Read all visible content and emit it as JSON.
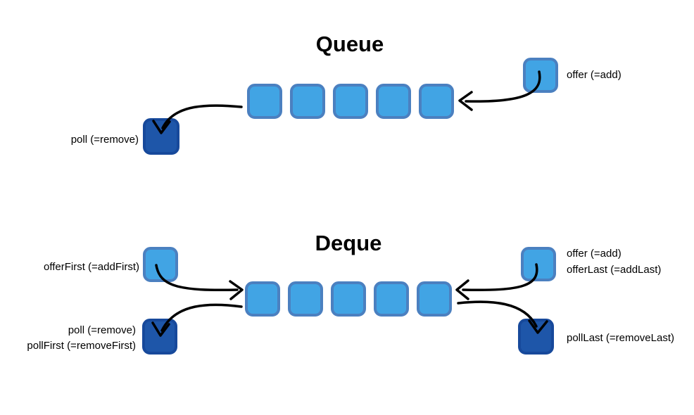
{
  "colors": {
    "background": "#ffffff",
    "text": "#000000",
    "arrow": "#000000",
    "cell_fill": "#41A4E4",
    "cell_border": "#4B80C0",
    "dark_fill": "#1E56A9",
    "dark_border": "#17499B"
  },
  "queue": {
    "title": "Queue",
    "cell_count": 5,
    "offer_label": "offer (=add)",
    "poll_label": "poll (=remove)"
  },
  "deque": {
    "title": "Deque",
    "cell_count": 5,
    "offer_first_label": "offerFirst (=addFirst)",
    "poll_labels": [
      "poll (=remove)",
      "pollFirst (=removeFirst)"
    ],
    "offer_labels": [
      "offer (=add)",
      "offerLast (=addLast)"
    ],
    "poll_last_label": "pollLast (=removeLast)"
  }
}
